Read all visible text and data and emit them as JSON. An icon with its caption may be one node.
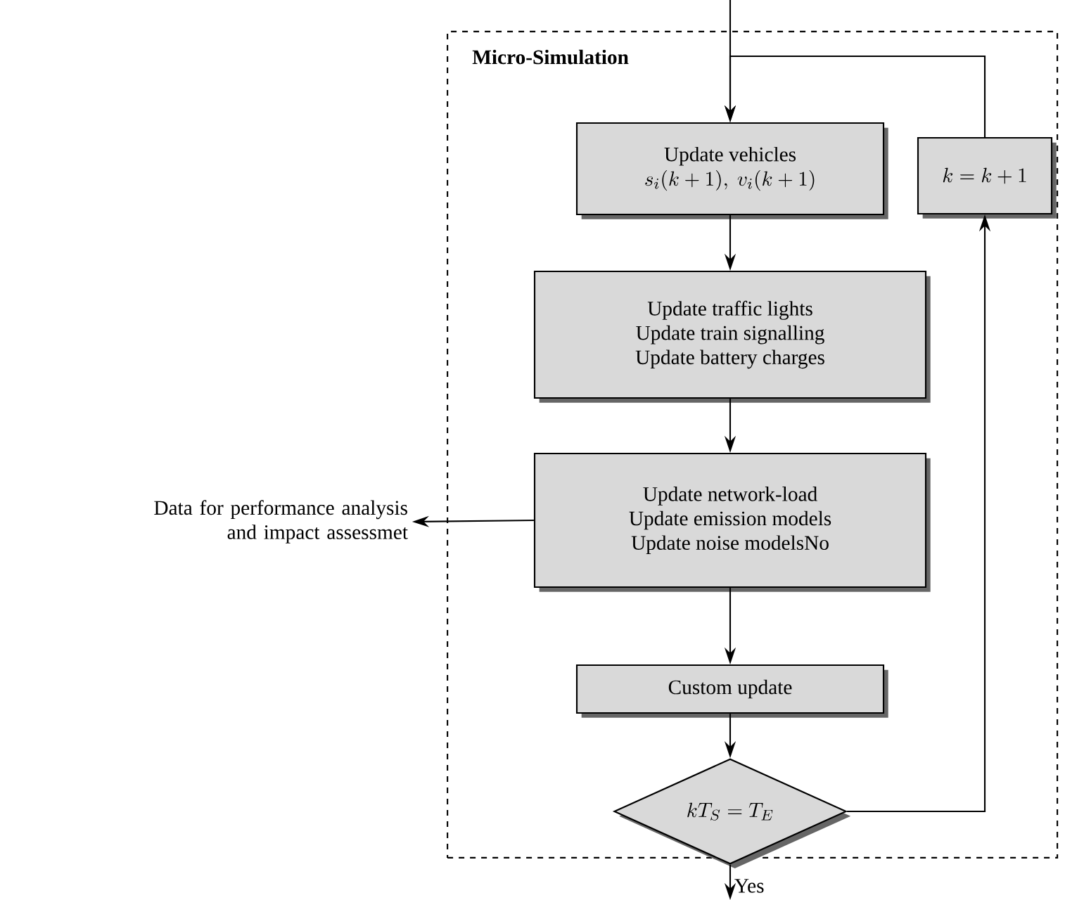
{
  "diagram": {
    "nodes": [
      {
        "text": [
          "Micro-Simulation"
        ]
      },
      {
        "text": [
          "Update vehicles",
          "s_i(k+1),\\ v_i(k+1)"
        ],
        "in": 0
      },
      {
        "text": [
          "Update traffic lights",
          "Update train signalling",
          "Update battery charges"
        ],
        "in": 0
      },
      {
        "text": [
          "Update network-load",
          "Update emission models",
          "Update noise modelsNo"
        ],
        "in": 0
      },
      {
        "text": [
          "Custom update"
        ],
        "in": 0
      },
      {
        "text": [
          "kT_S = T_E"
        ],
        "in": 0
      },
      {
        "text": [
          "k = k + 1"
        ],
        "in": 0
      },
      {
        "text": [
          "Data for performance analysis and impact assessmet"
        ]
      }
    ],
    "edges": [
      {
        "from": null,
        "to": 1,
        "arrow": "to"
      },
      {
        "from": 1,
        "to": 2,
        "arrow": "to"
      },
      {
        "from": 2,
        "to": 3,
        "arrow": "to"
      },
      {
        "from": 3,
        "to": 7,
        "arrow": "to"
      },
      {
        "from": 3,
        "to": 4,
        "arrow": "to"
      },
      {
        "from": 4,
        "to": 5,
        "arrow": "to"
      },
      {
        "from": 5,
        "to": 6,
        "arrow": "to"
      },
      {
        "from": 6,
        "to": 1,
        "arrow": "to"
      },
      {
        "from": 5,
        "to": null,
        "arrow": "to",
        "label": "Yes"
      }
    ]
  }
}
